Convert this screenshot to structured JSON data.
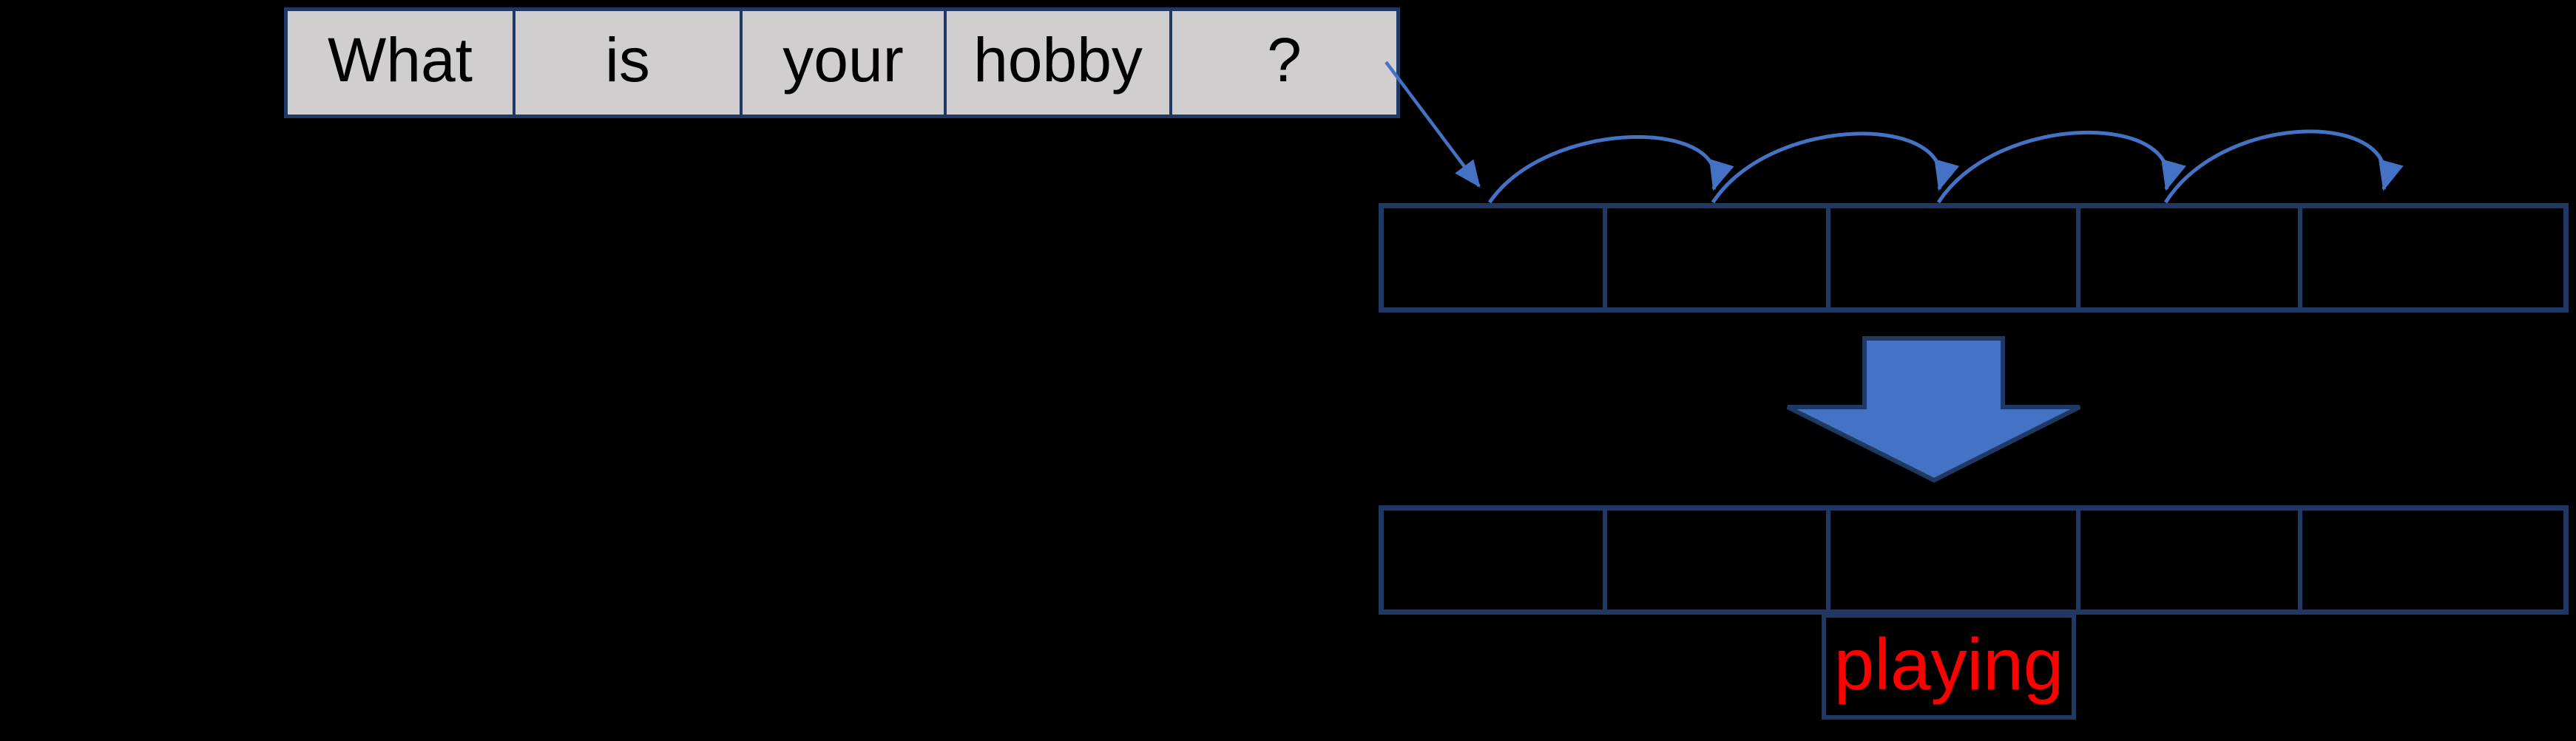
{
  "input_sentence": {
    "words": [
      "What",
      "is",
      "your",
      "hobby",
      "?"
    ]
  },
  "hidden_row": {
    "cell_count": 5
  },
  "output_row": {
    "cell_count": 5
  },
  "prediction": {
    "label": "playing"
  },
  "colors": {
    "background": "#000000",
    "box_border": "#1f3864",
    "word_cell_fill": "#d0cece",
    "word_text": "#000000",
    "arrow_blue": "#4472c4",
    "prediction_text": "#ff0000"
  }
}
